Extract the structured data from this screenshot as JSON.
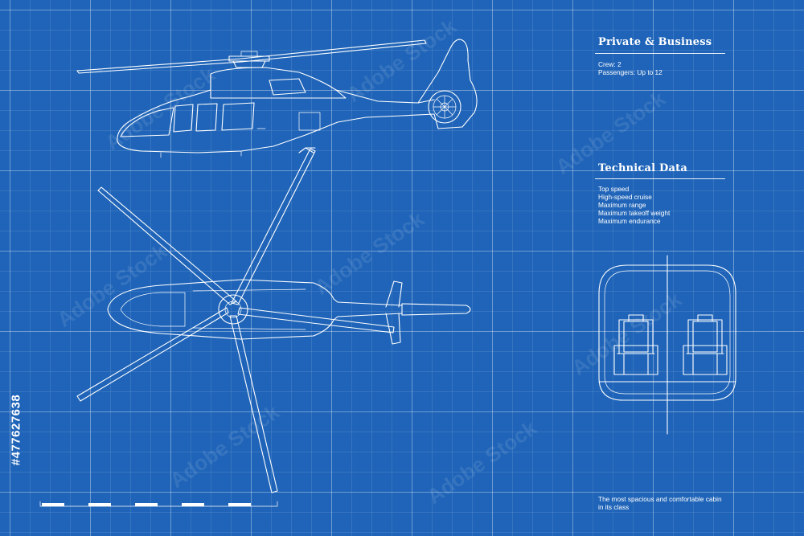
{
  "panel": {
    "section1_title": "Private & Business",
    "section1_lines": [
      "Crew: 2",
      "Passengers: Up to 12"
    ],
    "section2_title": "Technical Data",
    "section2_lines": [
      "Top speed",
      "High-speed cruise",
      "Maximum range",
      "Maximum takeoff weight",
      "Maximum endurance"
    ],
    "footer_lines": [
      "The most spacious and comfortable cabin",
      "in its class"
    ]
  },
  "stock_id": "#477627638",
  "watermark": "Adobe Stock",
  "colors": {
    "background": "#1f64b8",
    "lines": "#ffffff"
  }
}
